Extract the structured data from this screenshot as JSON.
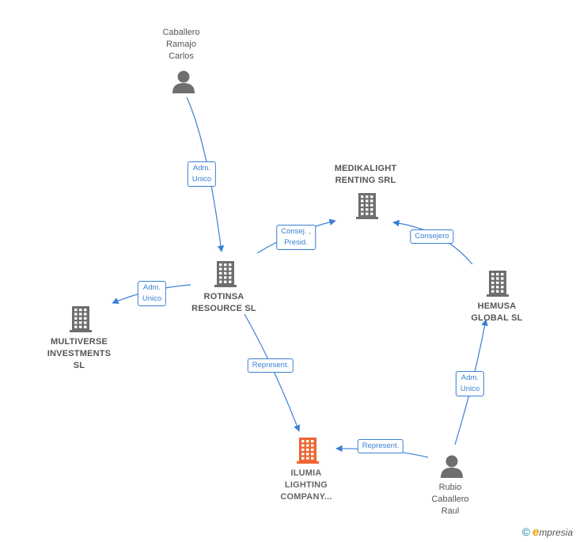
{
  "colors": {
    "edge": "#3a7fd5",
    "node": "#6e6e6e",
    "highlight": "#ef6433"
  },
  "nodes": {
    "caballero": {
      "type": "person",
      "lines": [
        "Caballero",
        "Ramajo",
        "Carlos"
      ]
    },
    "medikalight": {
      "type": "company",
      "lines": [
        "MEDIKALIGHT",
        "RENTING SRL"
      ]
    },
    "rotinsa": {
      "type": "company",
      "lines": [
        "ROTINSA",
        "RESOURCE SL"
      ]
    },
    "hemusa": {
      "type": "company",
      "lines": [
        "HEMUSA",
        "GLOBAL SL"
      ]
    },
    "multiverse": {
      "type": "company",
      "lines": [
        "MULTIVERSE",
        "INVESTMENTS",
        "SL"
      ]
    },
    "ilumia": {
      "type": "company",
      "highlight": true,
      "lines": [
        "ILUMIA",
        "LIGHTING",
        "COMPANY..."
      ]
    },
    "rubio": {
      "type": "person",
      "lines": [
        "Rubio",
        "Caballero",
        "Raul"
      ]
    }
  },
  "edges": [
    {
      "id": "e1",
      "from": "caballero",
      "to": "rotinsa",
      "lines": [
        "Adm.",
        "Unico"
      ]
    },
    {
      "id": "e2",
      "from": "rotinsa",
      "to": "medikalight",
      "lines": [
        "Consej. ,",
        "Presid."
      ]
    },
    {
      "id": "e3",
      "from": "hemusa",
      "to": "medikalight",
      "lines": [
        "Consejero"
      ]
    },
    {
      "id": "e4",
      "from": "rotinsa",
      "to": "multiverse",
      "lines": [
        "Adm.",
        "Unico"
      ]
    },
    {
      "id": "e5",
      "from": "rotinsa",
      "to": "ilumia",
      "lines": [
        "Represent."
      ]
    },
    {
      "id": "e6",
      "from": "rubio",
      "to": "ilumia",
      "lines": [
        "Represent."
      ]
    },
    {
      "id": "e7",
      "from": "rubio",
      "to": "hemusa",
      "lines": [
        "Adm.",
        "Unico"
      ]
    }
  ],
  "footer": {
    "copyright": "©",
    "brand_initial": "e",
    "brand_rest": "mpresia"
  }
}
